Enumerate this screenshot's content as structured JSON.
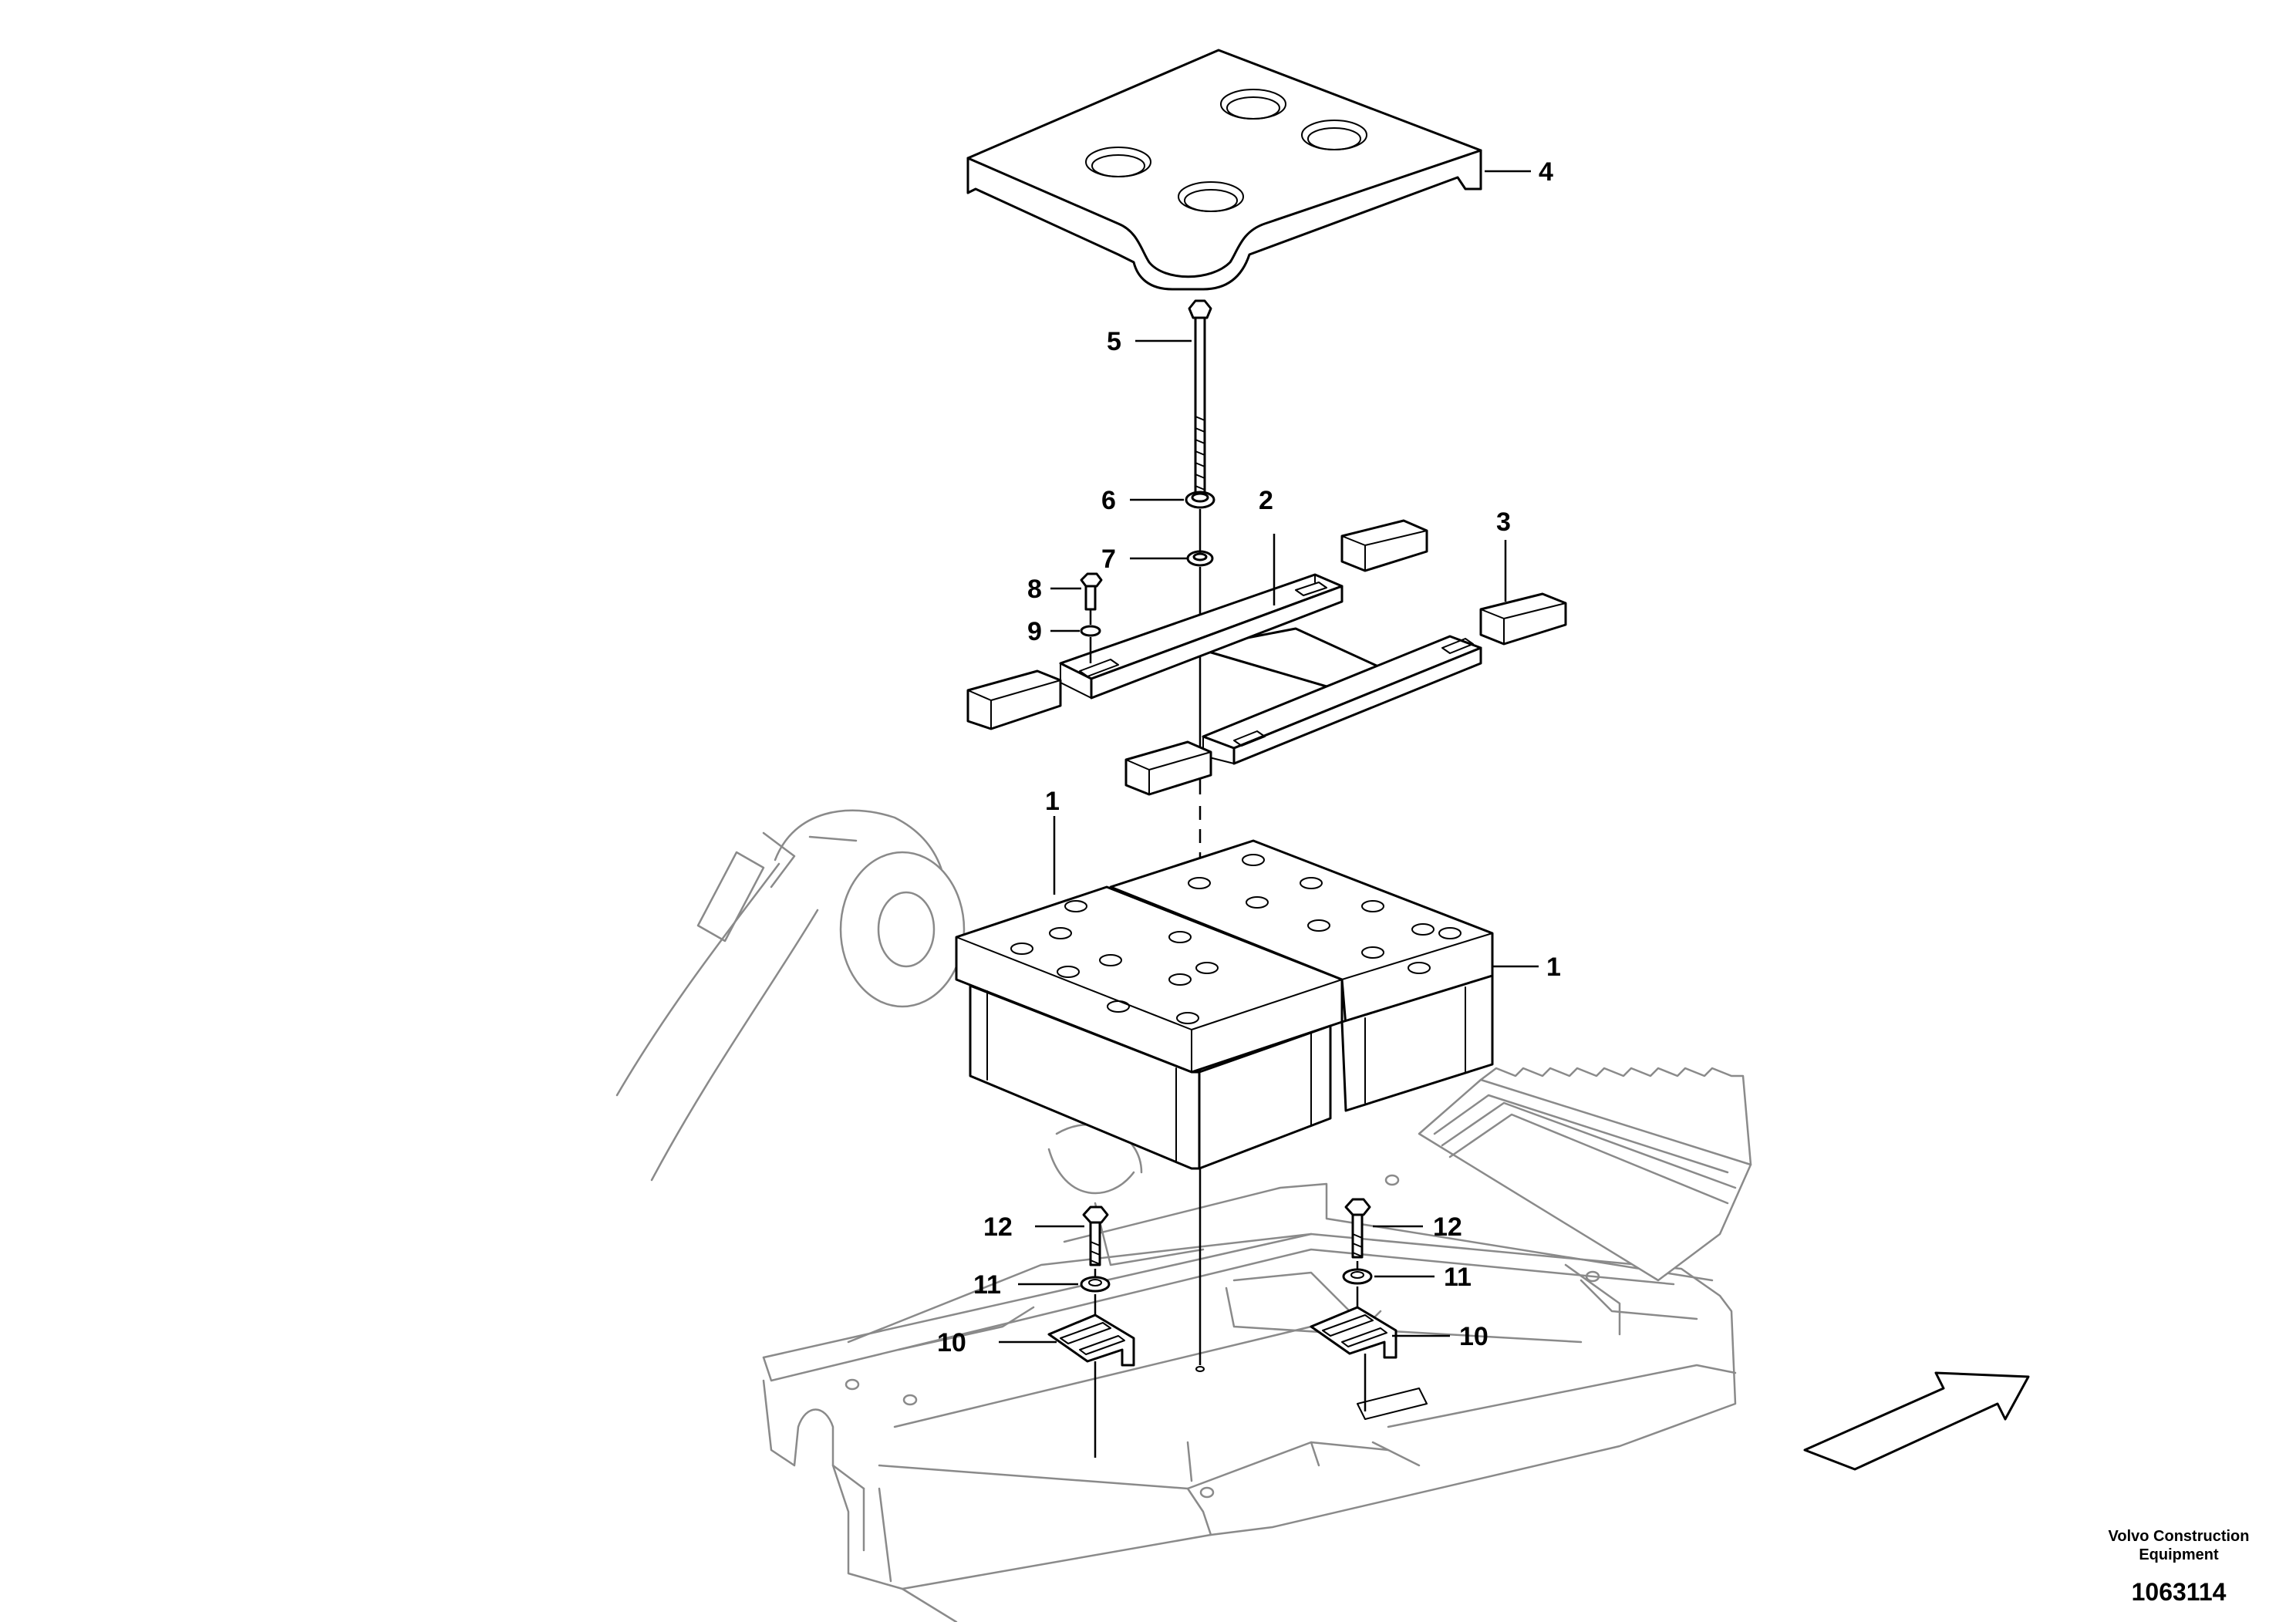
{
  "diagram": {
    "callouts": [
      {
        "id": "c1a",
        "label": "1"
      },
      {
        "id": "c1b",
        "label": "1"
      },
      {
        "id": "c2",
        "label": "2"
      },
      {
        "id": "c3",
        "label": "3"
      },
      {
        "id": "c4",
        "label": "4"
      },
      {
        "id": "c5",
        "label": "5"
      },
      {
        "id": "c6",
        "label": "6"
      },
      {
        "id": "c7",
        "label": "7"
      },
      {
        "id": "c8",
        "label": "8"
      },
      {
        "id": "c9",
        "label": "9"
      },
      {
        "id": "c10a",
        "label": "10"
      },
      {
        "id": "c10b",
        "label": "10"
      },
      {
        "id": "c11a",
        "label": "11"
      },
      {
        "id": "c11b",
        "label": "11"
      },
      {
        "id": "c12a",
        "label": "12"
      },
      {
        "id": "c12b",
        "label": "12"
      }
    ],
    "icons": [
      "direction-arrow-icon"
    ]
  },
  "footer": {
    "company_line1": "Volvo Construction",
    "company_line2": "Equipment",
    "figure_number": "1063114"
  }
}
